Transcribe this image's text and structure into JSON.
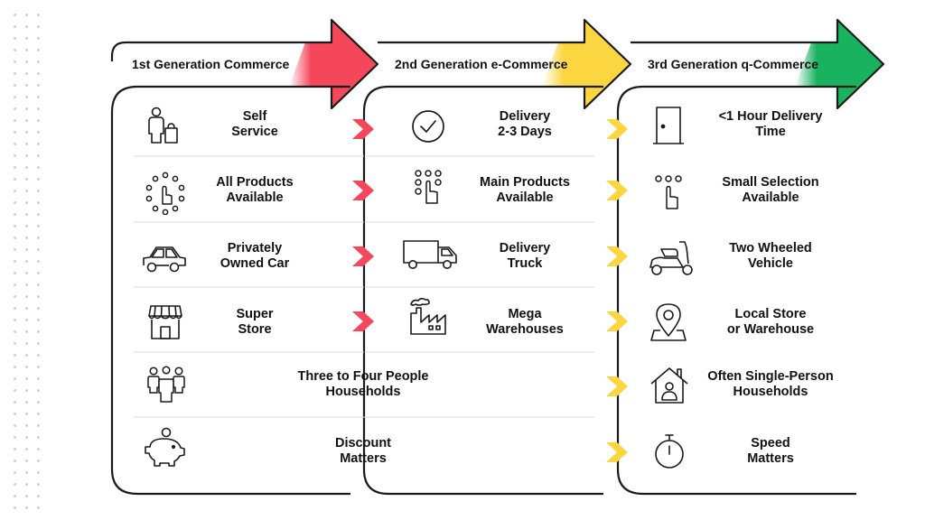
{
  "generations": [
    {
      "title": "1st Generation Commerce",
      "color": "#f5475a"
    },
    {
      "title": "2nd Generation e-Commerce",
      "color": "#fcd640"
    },
    {
      "title": "3rd Generation q-Commerce",
      "color": "#19b35f"
    }
  ],
  "col1": [
    {
      "icon": "person-shopping-bag-icon",
      "label": "Self\nService"
    },
    {
      "icon": "hand-many-dots-icon",
      "label": "All Products\nAvailable"
    },
    {
      "icon": "car-icon",
      "label": "Privately\nOwned Car"
    },
    {
      "icon": "storefront-icon",
      "label": "Super\nStore"
    },
    {
      "icon": "group-of-people-icon",
      "label": "Three to Four People\nHouseholds"
    },
    {
      "icon": "piggy-bank-icon",
      "label": "Discount\nMatters"
    }
  ],
  "col2": [
    {
      "icon": "checkmark-circle-icon",
      "label": "Delivery\n2-3 Days"
    },
    {
      "icon": "hand-several-dots-icon",
      "label": "Main Products\nAvailable"
    },
    {
      "icon": "delivery-truck-icon",
      "label": "Delivery\nTruck"
    },
    {
      "icon": "factory-icon",
      "label": "Mega\nWarehouses"
    }
  ],
  "col3": [
    {
      "icon": "door-icon",
      "label": "<1 Hour Delivery\nTime"
    },
    {
      "icon": "hand-three-dots-icon",
      "label": "Small Selection\nAvailable"
    },
    {
      "icon": "scooter-icon",
      "label": "Two Wheeled\nVehicle"
    },
    {
      "icon": "map-pin-icon",
      "label": "Local Store\nor Warehouse"
    },
    {
      "icon": "house-person-icon",
      "label": "Often Single-Person\nHouseholds"
    },
    {
      "icon": "stopwatch-icon",
      "label": "Speed\nMatters"
    }
  ],
  "colors": {
    "line": "#1a1a1a",
    "divider": "#d9d9d9",
    "red": "#f5475a",
    "yellow": "#fcd640",
    "green": "#19b35f"
  }
}
